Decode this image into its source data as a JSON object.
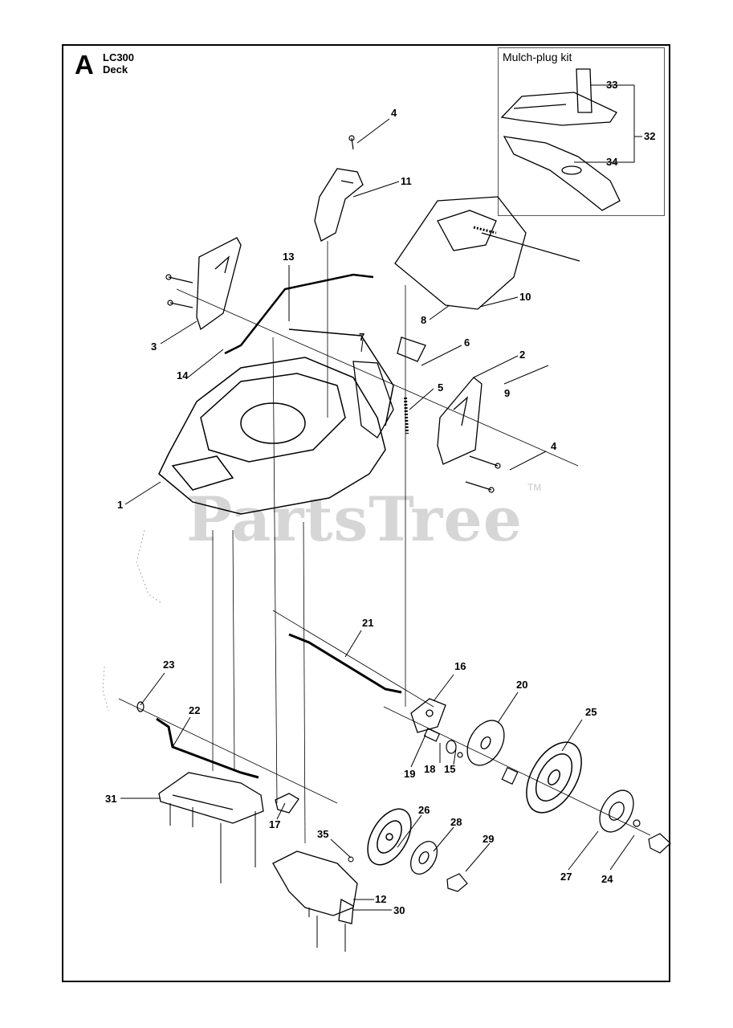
{
  "header": {
    "section": "A",
    "model": "LC300",
    "subtitle": "Deck"
  },
  "kit": {
    "title": "Mulch-plug kit"
  },
  "watermark": {
    "text": "PartsTree",
    "tm": "TM"
  },
  "callouts": [
    {
      "id": "c33",
      "label": "33"
    },
    {
      "id": "c32",
      "label": "32"
    },
    {
      "id": "c34",
      "label": "34"
    },
    {
      "id": "c4a",
      "label": "4"
    },
    {
      "id": "c11",
      "label": "11"
    },
    {
      "id": "c13",
      "label": "13"
    },
    {
      "id": "c10",
      "label": "10"
    },
    {
      "id": "c8",
      "label": "8"
    },
    {
      "id": "c3",
      "label": "3"
    },
    {
      "id": "c7",
      "label": "7"
    },
    {
      "id": "c6",
      "label": "6"
    },
    {
      "id": "c2",
      "label": "2"
    },
    {
      "id": "c14",
      "label": "14"
    },
    {
      "id": "c5",
      "label": "5"
    },
    {
      "id": "c9",
      "label": "9"
    },
    {
      "id": "c4b",
      "label": "4"
    },
    {
      "id": "c1",
      "label": "1"
    },
    {
      "id": "c21",
      "label": "21"
    },
    {
      "id": "c16",
      "label": "16"
    },
    {
      "id": "c23",
      "label": "23"
    },
    {
      "id": "c20",
      "label": "20"
    },
    {
      "id": "c22",
      "label": "22"
    },
    {
      "id": "c25",
      "label": "25"
    },
    {
      "id": "c19",
      "label": "19"
    },
    {
      "id": "c18",
      "label": "18"
    },
    {
      "id": "c15",
      "label": "15"
    },
    {
      "id": "c31",
      "label": "31"
    },
    {
      "id": "c26",
      "label": "26"
    },
    {
      "id": "c17",
      "label": "17"
    },
    {
      "id": "c28",
      "label": "28"
    },
    {
      "id": "c35",
      "label": "35"
    },
    {
      "id": "c29",
      "label": "29"
    },
    {
      "id": "c27",
      "label": "27"
    },
    {
      "id": "c24",
      "label": "24"
    },
    {
      "id": "c12",
      "label": "12"
    },
    {
      "id": "c30",
      "label": "30"
    }
  ]
}
